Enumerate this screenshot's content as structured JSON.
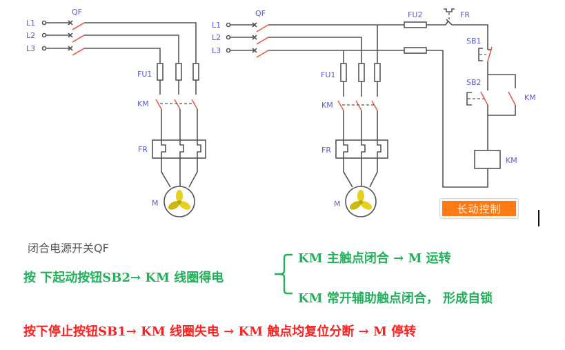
{
  "diagram": {
    "left_circuit": {
      "phase_labels": [
        "L1",
        "L2",
        "L3"
      ],
      "breaker_label": "QF",
      "fuse_label": "FU1",
      "contactor_label": "KM",
      "overload_label": "FR",
      "motor_label": "M"
    },
    "right_circuit": {
      "phase_labels": [
        "L1",
        "L2",
        "L3"
      ],
      "breaker_label": "QF",
      "fuse_label": "FU1",
      "contactor_label": "KM",
      "overload_label": "FR",
      "motor_label": "M",
      "control": {
        "fuse_label": "FU2",
        "overload_contact_label": "FR",
        "stop_button_label": "SB1",
        "start_button_label": "SB2",
        "aux_contact_label": "KM",
        "coil_label": "KM"
      }
    },
    "mode_button_label": "长动控制"
  },
  "colors": {
    "label": "#5a5ad8",
    "contact": "#e8604c",
    "wire": "#555555",
    "green_text": "#22b05a",
    "red_text": "#ff2020",
    "button_bg": "#ff7a12",
    "fan": "#e6d21e"
  },
  "explanation": {
    "step0": "闭合电源开关QF",
    "step1": "按 下起动按钮SB2→ KM 线圈得电",
    "step1_result_a": "KM 主触点闭合 → M 运转",
    "step1_result_b": "KM 常开辅助触点闭合， 形成自锁",
    "step2": "按下停止按钮SB1→ KM 线圈失电 → KM 触点均复位分断 → M 停转"
  }
}
